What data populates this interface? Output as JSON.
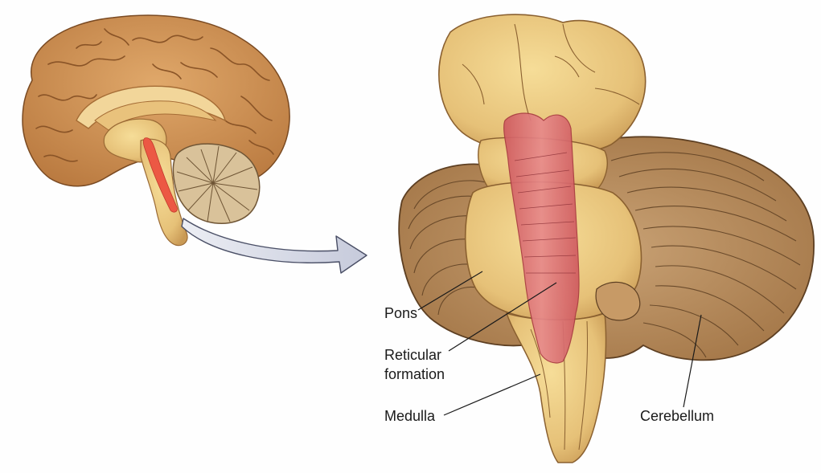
{
  "labels": {
    "pons": "Pons",
    "reticular_line1": "Reticular",
    "reticular_line2": "formation",
    "medulla": "Medulla",
    "cerebellum": "Cerebellum"
  },
  "colors": {
    "tissue": "#e9c77c",
    "tissue_dark": "#b8894a",
    "cerebellum": "#b58a5c",
    "reticular": "#dd6b6b",
    "arrow_fill": "#d9dce8",
    "arrow_stroke": "#4a4f66"
  },
  "icons": {
    "brain_sagittal": "brain-sagittal-illustration",
    "brainstem": "brainstem-illustration",
    "arrow": "curved-arrow-icon"
  }
}
